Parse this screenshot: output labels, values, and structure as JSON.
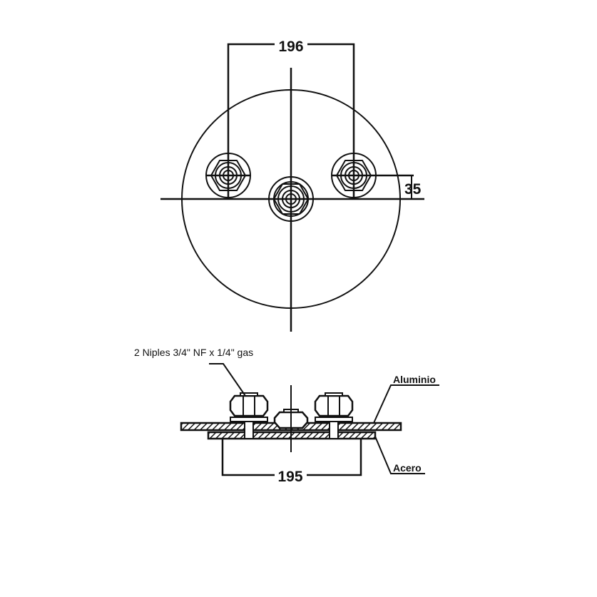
{
  "top_view": {
    "dim_spacing": "196",
    "dim_offset": "35"
  },
  "section_view": {
    "label_fittings": "2 Niples 3/4\" NF x 1/4\" gas",
    "label_top_plate": "Aluminio",
    "label_bottom_plate": "Acero",
    "dim_width": "195"
  },
  "colors": {
    "line": "#111111",
    "background": "#ffffff"
  }
}
